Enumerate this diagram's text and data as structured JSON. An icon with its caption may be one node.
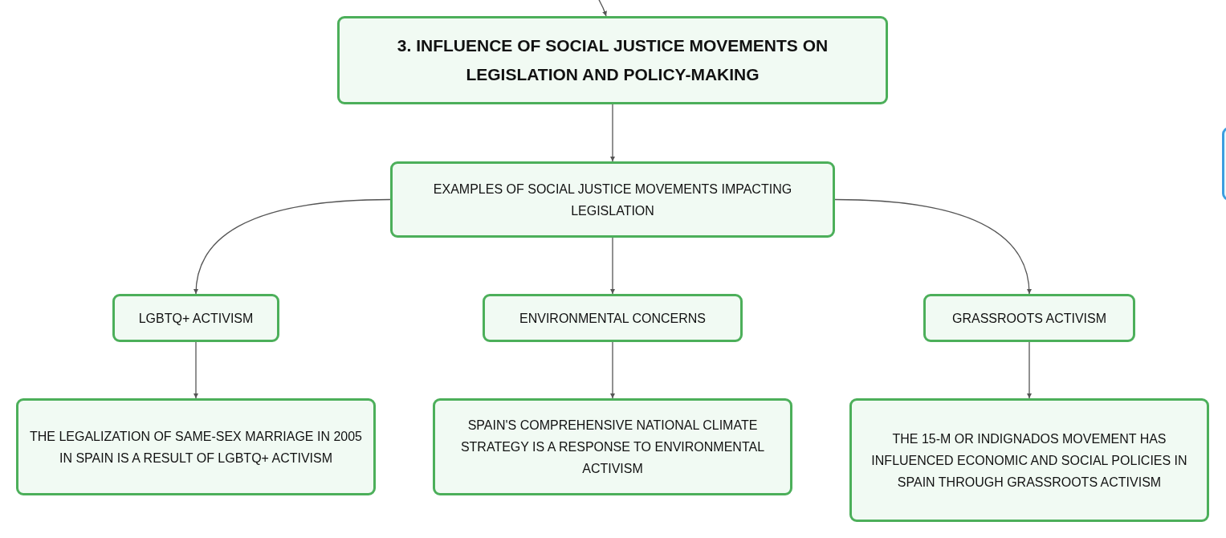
{
  "diagram": {
    "nodes": [
      {
        "text": [
          "3. INFLUENCE OF SOCIAL JUSTICE MOVEMENTS ON LEGISLATION AND POLICY-MAKING"
        ]
      },
      {
        "text": [
          "EXAMPLES OF SOCIAL JUSTICE MOVEMENTS IMPACTING LEGISLATION"
        ]
      },
      {
        "text": [
          "LGBTQ+ ACTIVISM"
        ]
      },
      {
        "text": [
          "ENVIRONMENTAL CONCERNS"
        ]
      },
      {
        "text": [
          "GRASSROOTS ACTIVISM"
        ]
      },
      {
        "text": [
          "THE LEGALIZATION OF SAME-SEX MARRIAGE IN 2005 IN SPAIN IS A RESULT OF LGBTQ+ ACTIVISM"
        ]
      },
      {
        "text": [
          "SPAIN'S COMPREHENSIVE NATIONAL CLIMATE STRATEGY IS A RESPONSE TO ENVIRONMENTAL ACTIVISM"
        ]
      },
      {
        "text": [
          "THE 15-M OR INDIGNADOS MOVEMENT HAS INFLUENCED ECONOMIC AND SOCIAL POLICIES IN SPAIN THROUGH GRASSROOTS ACTIVISM"
        ]
      },
      {
        "text": [],
        "shape": "box"
      }
    ],
    "edges": [
      {
        "from": null,
        "to": 0,
        "arrow": "to"
      },
      {
        "from": 0,
        "to": 1,
        "arrow": "to"
      },
      {
        "from": 1,
        "to": 2,
        "arrow": "to"
      },
      {
        "from": 1,
        "to": 3,
        "arrow": "to"
      },
      {
        "from": 1,
        "to": 4,
        "arrow": "to"
      },
      {
        "from": 2,
        "to": 5,
        "arrow": "to"
      },
      {
        "from": 3,
        "to": 6,
        "arrow": "to"
      },
      {
        "from": 4,
        "to": 7,
        "arrow": "to"
      }
    ]
  }
}
